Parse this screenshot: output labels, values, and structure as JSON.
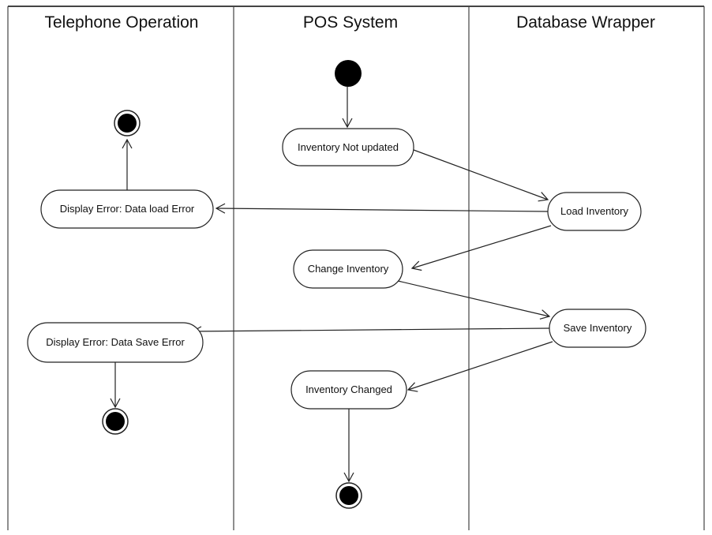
{
  "lanes": {
    "telephone": "Telephone Operation",
    "pos": "POS System",
    "db": "Database Wrapper"
  },
  "nodes": {
    "inventory_not_updated": "Inventory Not updated",
    "load_inventory": "Load Inventory",
    "display_error_load": "Display Error: Data load Error",
    "change_inventory": "Change Inventory",
    "save_inventory": "Save Inventory",
    "display_error_save": "Display Error: Data Save Error",
    "inventory_changed": "Inventory Changed"
  }
}
